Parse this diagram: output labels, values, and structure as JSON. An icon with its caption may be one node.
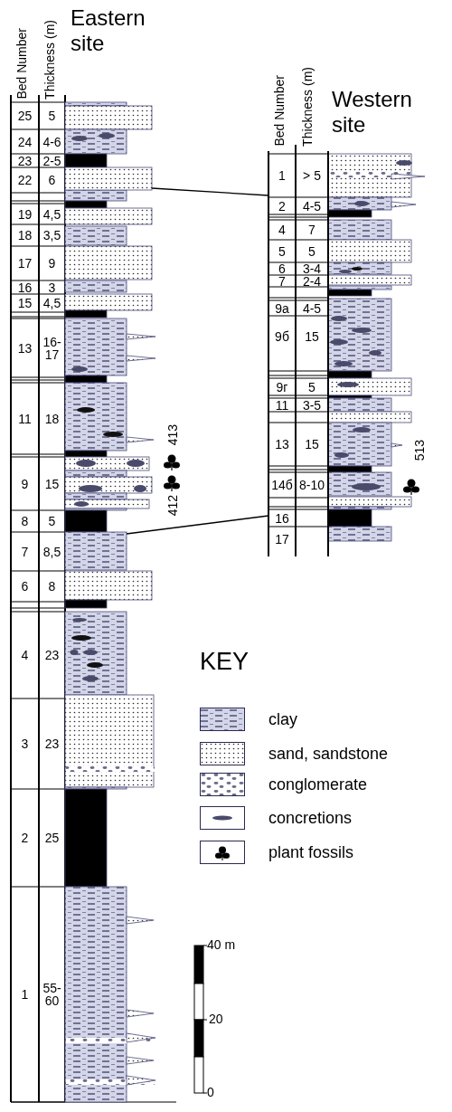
{
  "diagram": {
    "nodes": [
      {
        "text": [],
        "shape": "box"
      },
      {
        "text": [],
        "shape": "box"
      },
      {
        "text": [],
        "shape": "box"
      }
    ],
    "edges": [
      {
        "from": 0,
        "to": 2,
        "arrow": "none"
      },
      {
        "from": 1,
        "to": 2,
        "arrow": "none"
      }
    ],
    "labels": [
      "Bed Number",
      "Thickness (m)",
      "Eastern site",
      "Bed Number",
      "Thickness (m)",
      "Western site",
      "25",
      "5",
      "24",
      "4-6",
      "23",
      "2-5",
      "22",
      "6",
      "19",
      "4,5",
      "18",
      "3,5",
      "17",
      "9",
      "16",
      "3",
      "15",
      "4,5",
      "13",
      "16-17",
      "11",
      "18",
      "9",
      "15",
      "8",
      "5",
      "7",
      "8,5",
      "6",
      "8",
      "4",
      "23",
      "3",
      "23",
      "2",
      "25",
      "1",
      "55-60",
      "1",
      "> 5",
      "2",
      "4-5",
      "4",
      "7",
      "5",
      "5",
      "6",
      "3-4",
      "7",
      "2-4",
      "9a",
      "4-5",
      "9б",
      "15",
      "9г",
      "5",
      "11",
      "3-5",
      "13",
      "15",
      "14б",
      "8-10",
      "16",
      "17",
      "413",
      "412",
      "513",
      "KEY",
      "40 m",
      "20",
      "0"
    ],
    "legend": [
      {
        "text": "clay"
      },
      {
        "text": "sand, sandstone"
      },
      {
        "text": "conglomerate"
      },
      {
        "text": "concretions"
      },
      {
        "text": "plant fossils"
      }
    ]
  }
}
